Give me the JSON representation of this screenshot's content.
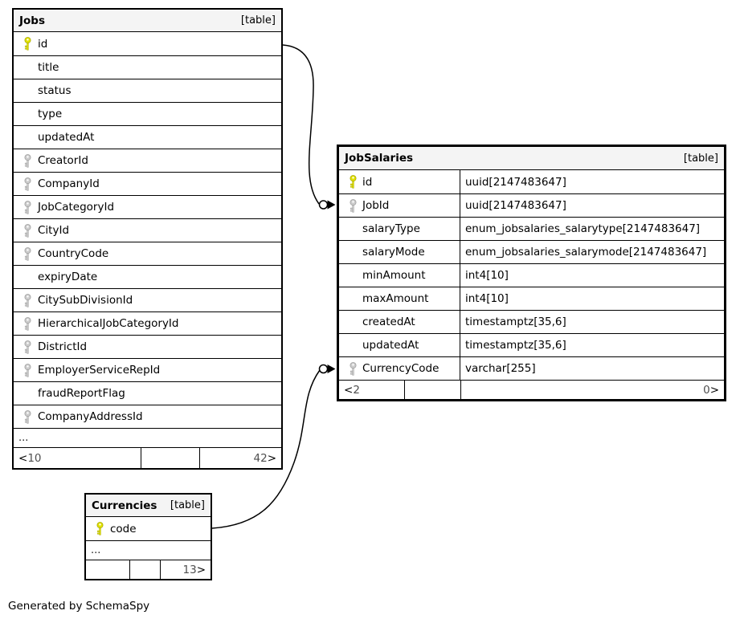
{
  "diagram": {
    "credit": "Generated by SchemaSpy",
    "colors": {
      "primary_key": "#e2e200",
      "primary_key_stroke": "#a8a800",
      "foreign_key": "#cccccc",
      "foreign_key_stroke": "#9e9e9e",
      "header_bg": "#f4f4f4",
      "border": "#000000"
    },
    "relationships": [
      {
        "from": "Jobs.id",
        "to": "JobSalaries.JobId"
      },
      {
        "from": "Currencies.code",
        "to": "JobSalaries.CurrencyCode"
      }
    ],
    "tables": [
      {
        "id": "jobs",
        "name": "Jobs",
        "badge": "[table]",
        "columns": [
          {
            "name": "id",
            "key": "primary"
          },
          {
            "name": "title",
            "key": null
          },
          {
            "name": "status",
            "key": null
          },
          {
            "name": "type",
            "key": null
          },
          {
            "name": "updatedAt",
            "key": null
          },
          {
            "name": "CreatorId",
            "key": "foreign"
          },
          {
            "name": "CompanyId",
            "key": "foreign"
          },
          {
            "name": "JobCategoryId",
            "key": "foreign"
          },
          {
            "name": "CityId",
            "key": "foreign"
          },
          {
            "name": "CountryCode",
            "key": "foreign"
          },
          {
            "name": "expiryDate",
            "key": null
          },
          {
            "name": "CitySubDivisionId",
            "key": "foreign"
          },
          {
            "name": "HierarchicalJobCategoryId",
            "key": "foreign"
          },
          {
            "name": "DistrictId",
            "key": "foreign"
          },
          {
            "name": "EmployerServiceRepId",
            "key": "foreign"
          },
          {
            "name": "fraudReportFlag",
            "key": null
          },
          {
            "name": "CompanyAddressId",
            "key": "foreign"
          }
        ],
        "ellipsis": "...",
        "footer": {
          "left": "< 10",
          "middle": "",
          "right": "42 >"
        }
      },
      {
        "id": "jobsalaries",
        "name": "JobSalaries",
        "badge": "[table]",
        "columns": [
          {
            "name": "id",
            "type": "uuid[2147483647]",
            "key": "primary"
          },
          {
            "name": "JobId",
            "type": "uuid[2147483647]",
            "key": "foreign"
          },
          {
            "name": "salaryType",
            "type": "enum_jobsalaries_salarytype[2147483647]",
            "key": null
          },
          {
            "name": "salaryMode",
            "type": "enum_jobsalaries_salarymode[2147483647]",
            "key": null
          },
          {
            "name": "minAmount",
            "type": "int4[10]",
            "key": null
          },
          {
            "name": "maxAmount",
            "type": "int4[10]",
            "key": null
          },
          {
            "name": "createdAt",
            "type": "timestamptz[35,6]",
            "key": null
          },
          {
            "name": "updatedAt",
            "type": "timestamptz[35,6]",
            "key": null
          },
          {
            "name": "CurrencyCode",
            "type": "varchar[255]",
            "key": "foreign"
          }
        ],
        "ellipsis": null,
        "footer": {
          "left": "< 2",
          "middle": "",
          "right": "0 >"
        }
      },
      {
        "id": "currencies",
        "name": "Currencies",
        "badge": "[table]",
        "columns": [
          {
            "name": "code",
            "key": "primary"
          }
        ],
        "ellipsis": "...",
        "footer": {
          "left": "",
          "middle": "",
          "right": "13 >"
        }
      }
    ]
  }
}
